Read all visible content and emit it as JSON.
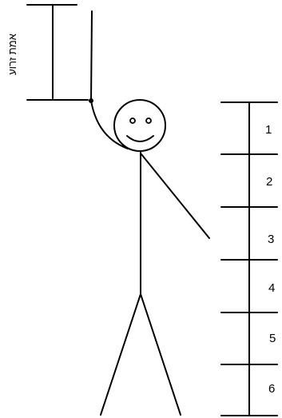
{
  "diagram": {
    "arm_cubit_label": "אמת זרוע",
    "scale_numbers": [
      "1",
      "2",
      "3",
      "4",
      "5",
      "6"
    ],
    "stroke_color": "#000000",
    "background_color": "#ffffff"
  }
}
